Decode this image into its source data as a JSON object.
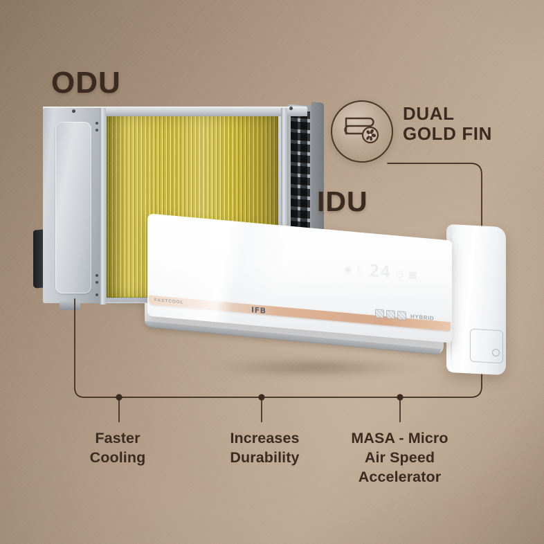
{
  "page": {
    "background_top": "#8f7a66",
    "background_mid": "#c0ab96",
    "accent_line_color": "#3b2a20"
  },
  "labels": {
    "odu": "ODU",
    "idu": "IDU"
  },
  "badge": {
    "icon": "coil-fan-icon",
    "line1": "DUAL",
    "line2": "GOLD FIN"
  },
  "features": [
    {
      "id": "faster-cooling",
      "line1": "Faster",
      "line2": "Cooling",
      "line3": ""
    },
    {
      "id": "increases-durability",
      "line1": "Increases",
      "line2": "Durability",
      "line3": ""
    },
    {
      "id": "masa",
      "line1": "MASA - Micro",
      "line2": "Air Speed",
      "line3": "Accelerator"
    }
  ],
  "outdoor_unit": {
    "name": "outdoor-condenser-unit",
    "fin_color": "#d8c83c",
    "casing_color": "#c3c7cc"
  },
  "indoor_unit": {
    "name": "indoor-split-ac-unit",
    "brand": "IFB",
    "fastcool_label": "FASTCOOL",
    "hybrid_label": "HYBRID",
    "gold_stripe_color": "#dcb194",
    "display": {
      "icon_left_1": "power-icon",
      "icon_left_2": "sleep-moon-icon",
      "temperature": "24",
      "icon_right_1": "timer-icon",
      "icon_right_2": "fan-grid-icon"
    }
  }
}
